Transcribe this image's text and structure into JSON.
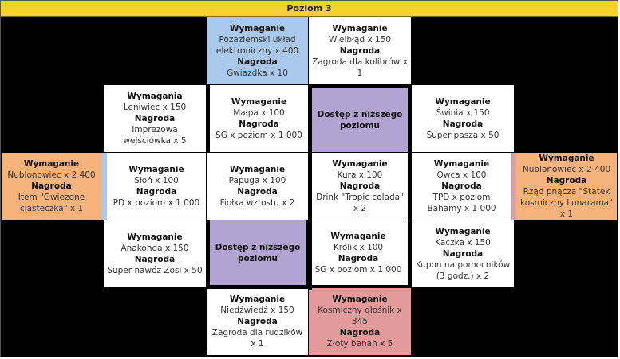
{
  "title": "Poziom 3",
  "labels": {
    "req_singular": "Wymaganie",
    "req_plural": "Wymagania",
    "reward": "Nagroda"
  },
  "cells": {
    "r0c2": {
      "req_label": "Wymaganie",
      "req": "Pozaziemski układ elektroniczny x 400",
      "reward": "Gwiazdka x 10"
    },
    "r0c3": {
      "req_label": "Wymaganie",
      "req": "Wielbłąd x 150",
      "reward": "Zagroda dla kolibrów x 1"
    },
    "r1c1": {
      "req_label": "Wymagania",
      "req": "Leniwiec x 150",
      "reward": "Imprezowa wejściówka x 5"
    },
    "r1c2": {
      "req_label": "Wymaganie",
      "req": "Małpa x 100",
      "reward": "SG x poziom x 1 000"
    },
    "r1c3": {
      "text": "Dostęp z niższego poziomu"
    },
    "r1c4": {
      "req_label": "Wymaganie",
      "req": "Świnia x 150",
      "reward": "Super pasza x 50"
    },
    "r2c0": {
      "req_label": "Wymaganie",
      "req": "Nublonowiec x 2 400",
      "reward": "Item \"Gwiezdne ciasteczka\" x 1"
    },
    "r2c1": {
      "req_label": "Wymaganie",
      "req": "Słoń x 100",
      "reward": "PD x poziom x 1 000"
    },
    "r2c2": {
      "req_label": "Wymaganie",
      "req": "Papuga x 100",
      "reward": "Fiołka wzrostu x 2"
    },
    "r2c3": {
      "req_label": "Wymaganie",
      "req": "Kura x 100",
      "reward": "Drink \"Tropic colada\" x 2"
    },
    "r2c4": {
      "req_label": "Wymaganie",
      "req": "Owca x 100",
      "reward": "TPD x poziom Bahamy x 1 000"
    },
    "r2c5": {
      "req_label": "Wymaganie",
      "req": "Nublonowiec x 2 400",
      "reward": "Rząd pnącza \"Statek kosmiczny Lunarama\" x 1"
    },
    "r3c1": {
      "req_label": "Wymaganie",
      "req": "Anakonda x 150",
      "reward": "Super nawóz Zosi x 50"
    },
    "r3c2": {
      "text": "Dostęp z niższego poziomu"
    },
    "r3c3": {
      "req_label": "Wymaganie",
      "req": "Królik x 100",
      "reward": "SG x poziom x 1 000"
    },
    "r3c4": {
      "req_label": "Wymaganie",
      "req": "Kaczka x 150",
      "reward": "Kupon na pomocników (3 godz.) x 2"
    },
    "r4c2": {
      "req_label": "Wymaganie",
      "req": "Niedźwiedź x 150",
      "reward": "Zagroda dla rudzików x 1"
    },
    "r4c3": {
      "req_label": "Wymaganie",
      "req": "Kosmiczny głośnik x 345",
      "reward": "Złoty banan x 5"
    }
  },
  "colors": {
    "title_bar": "#f4d12b",
    "blue": "#a9c8ea",
    "pink": "#e39a9a",
    "orange": "#f6b27b",
    "purple": "#b3a3d3"
  }
}
